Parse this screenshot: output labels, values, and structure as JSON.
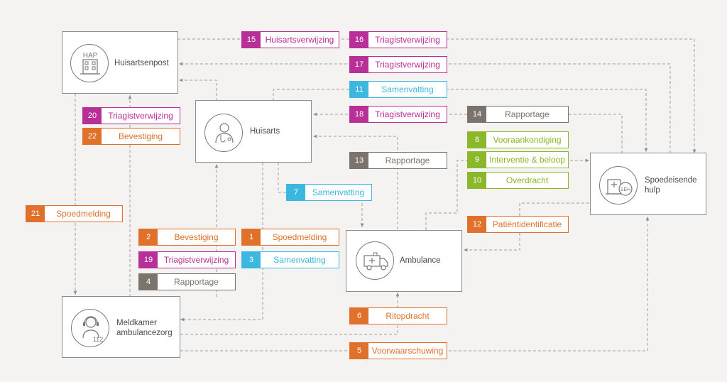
{
  "colors": {
    "magenta": "#b82f98",
    "orange": "#e0712a",
    "cyan": "#3cb8e0",
    "green": "#8ab82a",
    "gray": "#7a746d",
    "line": "#9a9a9a"
  },
  "nodes": {
    "huisartsenpost": {
      "label": "Huisartsenpost",
      "icon_text": "HAP",
      "icon": "hospital-building-icon"
    },
    "huisarts": {
      "label": "Huisarts",
      "icon": "doctor-icon"
    },
    "ambulance": {
      "label": "Ambulance",
      "icon": "ambulance-icon"
    },
    "meldkamer": {
      "label_line1": "Meldkamer",
      "label_line2": "ambulancezorg",
      "icon_text": "112",
      "icon": "call-center-icon"
    },
    "seh": {
      "label_line1": "Spoedeisende",
      "label_line2": "hulp",
      "icon_text": "SEH",
      "icon": "emergency-department-icon"
    }
  },
  "tags": [
    {
      "num": "15",
      "text": "Huisartsverwijzing",
      "color": "magenta"
    },
    {
      "num": "16",
      "text": "Triagistverwijzing",
      "color": "magenta"
    },
    {
      "num": "17",
      "text": "Triagistverwijzing",
      "color": "magenta"
    },
    {
      "num": "11",
      "text": "Samenvatting",
      "color": "cyan"
    },
    {
      "num": "18",
      "text": "Triagistverwijzing",
      "color": "magenta"
    },
    {
      "num": "14",
      "text": "Rapportage",
      "color": "gray"
    },
    {
      "num": "20",
      "text": "Triagistverwijzing",
      "color": "magenta"
    },
    {
      "num": "22",
      "text": "Bevestiging",
      "color": "orange"
    },
    {
      "num": "8",
      "text": "Vooraankondiging",
      "color": "green"
    },
    {
      "num": "9",
      "text": "Interventie & beloop",
      "color": "green"
    },
    {
      "num": "10",
      "text": "Overdracht",
      "color": "green"
    },
    {
      "num": "13",
      "text": "Rapportage",
      "color": "gray"
    },
    {
      "num": "7",
      "text": "Samenvatting",
      "color": "cyan"
    },
    {
      "num": "21",
      "text": "Spoedmelding",
      "color": "orange"
    },
    {
      "num": "12",
      "text": "Patiëntidentificatie",
      "color": "orange"
    },
    {
      "num": "2",
      "text": "Bevestiging",
      "color": "orange"
    },
    {
      "num": "1",
      "text": "Spoedmelding",
      "color": "orange"
    },
    {
      "num": "19",
      "text": "Triagistverwijzing",
      "color": "magenta"
    },
    {
      "num": "3",
      "text": "Samenvatting",
      "color": "cyan"
    },
    {
      "num": "4",
      "text": "Rapportage",
      "color": "gray"
    },
    {
      "num": "6",
      "text": "Ritopdracht",
      "color": "orange"
    },
    {
      "num": "5",
      "text": "Voorwaarschuwing",
      "color": "orange"
    }
  ]
}
